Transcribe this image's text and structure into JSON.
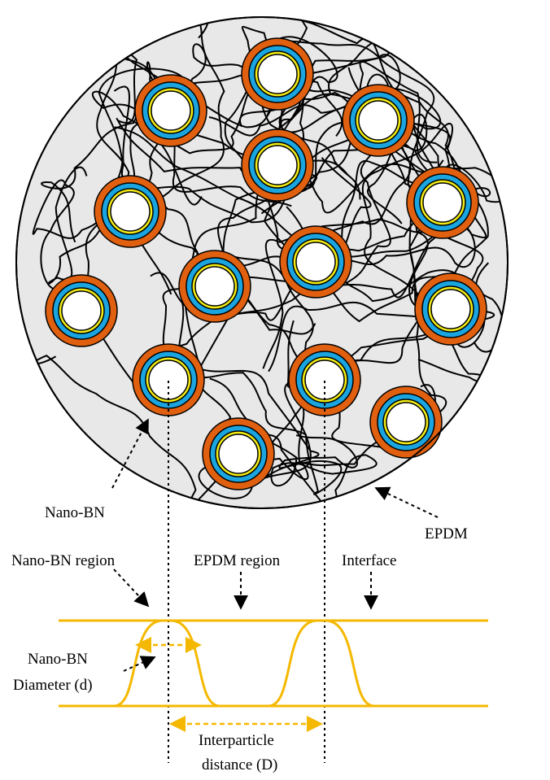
{
  "labels": {
    "nano_bn": "Nano-BN",
    "epdm": "EPDM",
    "nano_bn_region": "Nano-BN region",
    "epdm_region": "EPDM region",
    "interface": "Interface",
    "diameter_line1": "Nano-BN",
    "diameter_line2": "Diameter (d)",
    "distance_line1": "Interparticle",
    "distance_line2": "distance (D)"
  },
  "colors": {
    "matrix_fill": "#e8e8e8",
    "shell_outer": "#e06010",
    "shell_middle": "#1aa5e0",
    "shell_inner": "#f2ec14",
    "core": "#ffffff",
    "profile": "#f5b800",
    "polymer_chain": "#000000"
  }
}
